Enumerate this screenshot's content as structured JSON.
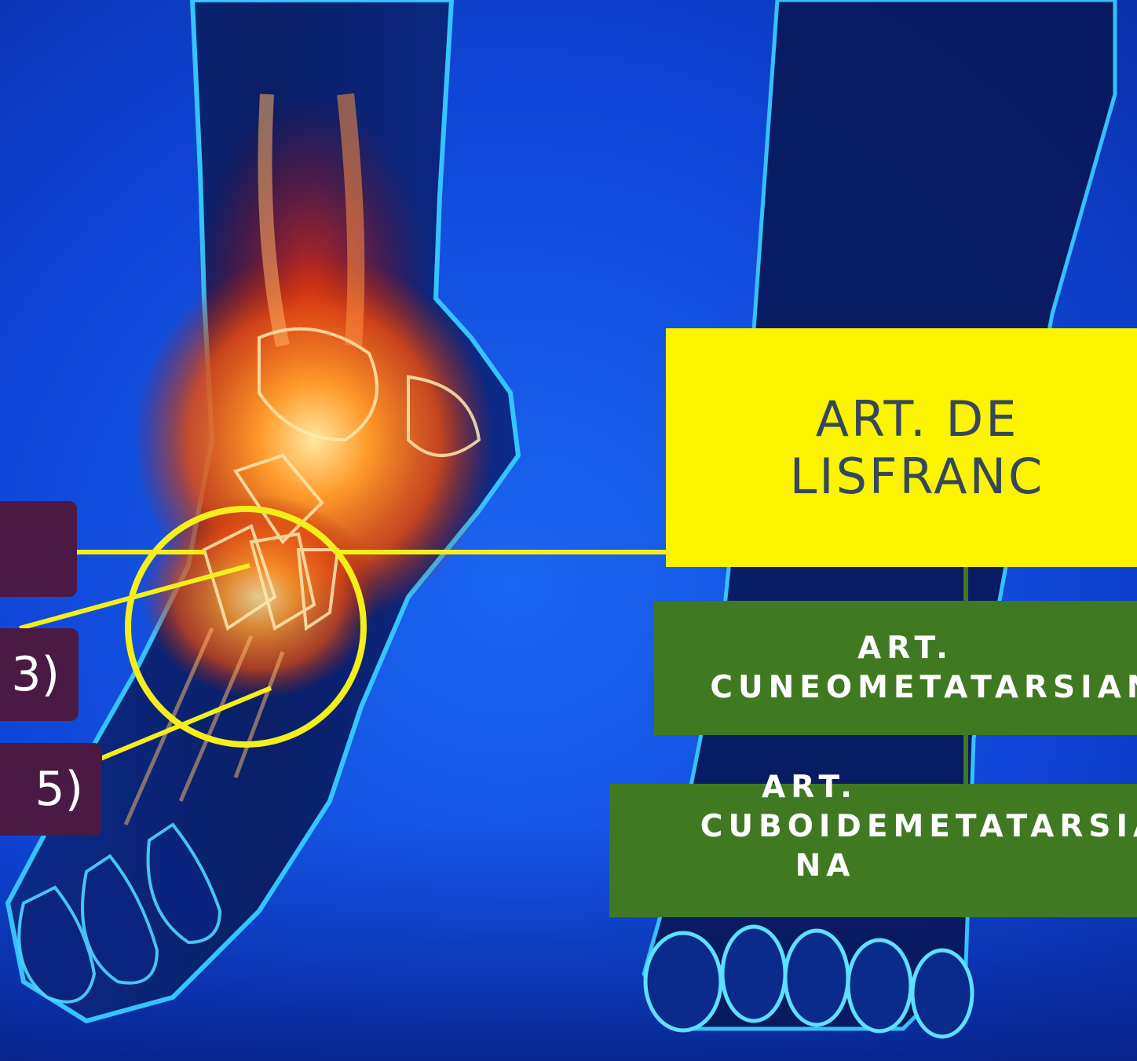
{
  "title_box": {
    "line1": "ART. DE",
    "line2": "LISFRANC"
  },
  "joint_boxes": [
    {
      "line1": "ART.",
      "line2": "CUNEOMETATARSIANA"
    },
    {
      "line1": "ART.",
      "line2": "CUBOIDEMETATARSIA",
      "line3": "NA"
    }
  ],
  "left_tags": [
    {
      "text": ""
    },
    {
      "text": "3)"
    },
    {
      "text": "5)"
    }
  ],
  "colors": {
    "background": "#0f3fd0",
    "title_fill": "#fbf300",
    "title_text": "#35485a",
    "joint_fill": "#3f7a22",
    "tag_fill": "#4a1a45",
    "pointer": "#f4ef1a",
    "glow": "#ff7a1a"
  }
}
